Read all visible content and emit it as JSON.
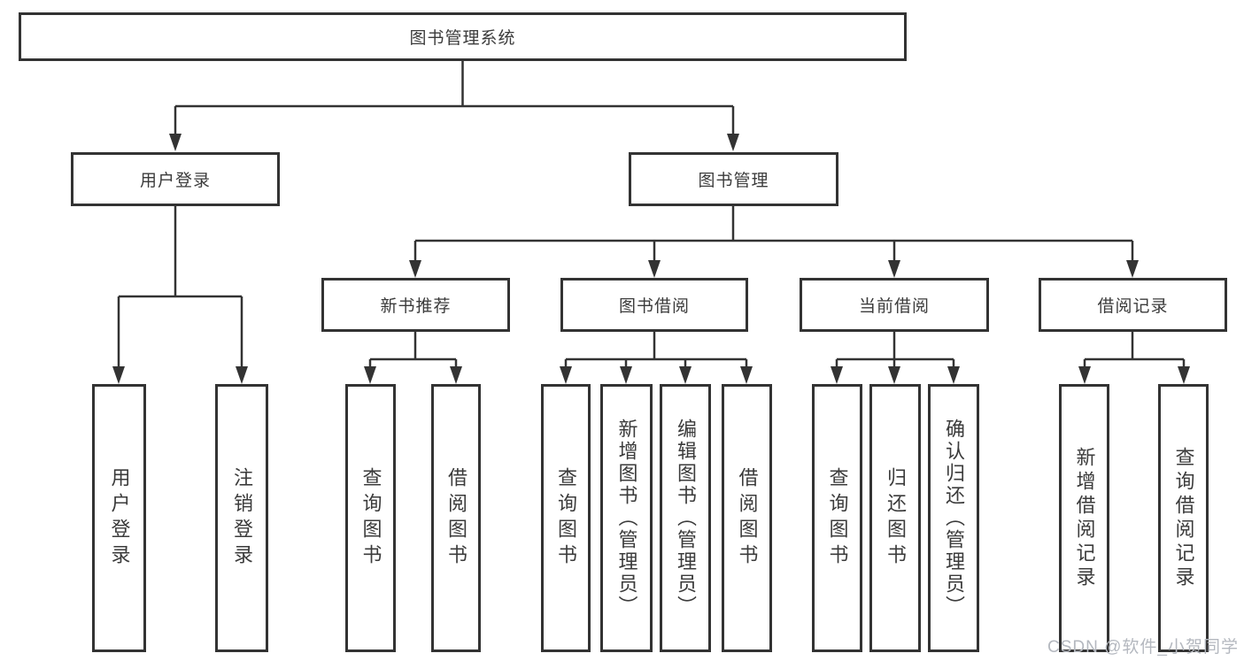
{
  "diagram_title": "图书管理系统",
  "colors": {
    "line": "#333333",
    "box_border": "#333333",
    "box_background": "#ffffff",
    "text": "#3b3b3b",
    "watermark": "#b4b8bf"
  },
  "tree": {
    "root": {
      "label": "图书管理系统"
    },
    "children": [
      {
        "label": "用户登录",
        "children": [
          {
            "label": "用户登录"
          },
          {
            "label": "注销登录"
          }
        ]
      },
      {
        "label": "图书管理",
        "children": [
          {
            "label": "新书推荐",
            "children": [
              {
                "label": "查询图书"
              },
              {
                "label": "借阅图书"
              }
            ]
          },
          {
            "label": "图书借阅",
            "children": [
              {
                "label": "查询图书"
              },
              {
                "label": "新增图书（管理员）"
              },
              {
                "label": "编辑图书（管理员）"
              },
              {
                "label": "借阅图书"
              }
            ]
          },
          {
            "label": "当前借阅",
            "children": [
              {
                "label": "查询图书"
              },
              {
                "label": "归还图书"
              },
              {
                "label": "确认归还（管理员）"
              }
            ]
          },
          {
            "label": "借阅记录",
            "children": [
              {
                "label": "新增借阅记录"
              },
              {
                "label": "查询借阅记录"
              }
            ]
          }
        ]
      }
    ]
  },
  "watermark": {
    "text": "CSDN @软件_小贺同学"
  }
}
